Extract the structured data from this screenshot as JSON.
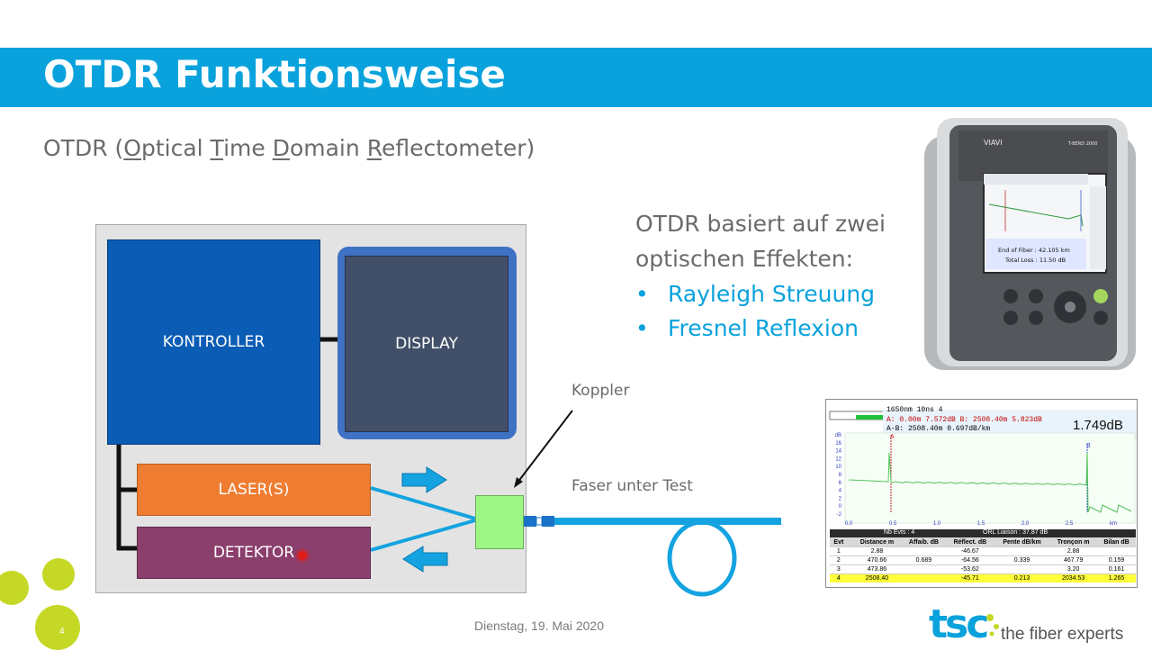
{
  "slide": {
    "title": "OTDR Funktionsweise",
    "subtitle_parts": [
      {
        "t": "OTDR (",
        "u": false
      },
      {
        "t": "O",
        "u": true
      },
      {
        "t": "ptical ",
        "u": false
      },
      {
        "t": "T",
        "u": true
      },
      {
        "t": "ime ",
        "u": false
      },
      {
        "t": "D",
        "u": true
      },
      {
        "t": "omain ",
        "u": false
      },
      {
        "t": "R",
        "u": true
      },
      {
        "t": "eflectometer)",
        "u": false
      }
    ],
    "date": "Dienstag, 19. Mai 2020",
    "page_number": "4"
  },
  "diagram": {
    "controller_label": "KONTROLLER",
    "display_label": "DISPLAY",
    "laser_label": "LASER(S)",
    "detector_label": "DETEKTOR",
    "coupler_label": "Koppler",
    "fiber_label": "Faser unter Test"
  },
  "explanation": {
    "line1": "OTDR basiert auf zwei",
    "line2": "optischen Effekten:",
    "bullets": [
      "Rayleigh Streuung",
      "Fresnel Reflexion"
    ],
    "bullet_glyph": "•"
  },
  "device": {
    "brand": "VIAVI",
    "model": "T-BERD 2000",
    "end_of_fiber": "End of Fiber :   42.105 km",
    "total_loss": "Total Loss :  11.50 dB"
  },
  "otdr": {
    "header": "1650nm  10ns    4",
    "cursor_line": "A: 0.00m  7.572dB      B: 2508.40m  5.823dB",
    "ab_line": "A-B: 2508.40m  0.697dB/km",
    "ab_loss": "1.749dB",
    "x_ticks": [
      "0.0",
      "0.5",
      "1.0",
      "1.5",
      "2.0",
      "2.5",
      "km"
    ],
    "y_ticks": [
      "dB",
      "16",
      "14",
      "12",
      "10",
      "8",
      "6",
      "4",
      "2",
      "0",
      "-2"
    ],
    "events_bar_left": "Nb Evts : 4",
    "events_bar_right": "ORL Liaison :  37.87 dB",
    "columns": [
      "Evt",
      "",
      "Distance m",
      "Affaib. dB",
      "Réflect. dB",
      "Pente dB/km",
      "Tronçon m",
      "Bilan dB"
    ],
    "rows": [
      [
        "1",
        "",
        "2.88",
        "",
        "-46.67",
        "",
        "2.88",
        ""
      ],
      [
        "2",
        "",
        "470.66",
        "0.689",
        "-64.56",
        "0.339",
        "467.79",
        "0.159"
      ],
      [
        "3",
        "",
        "473.86",
        "",
        "-53.62",
        "",
        "3.20",
        "0.161"
      ],
      [
        "4",
        "",
        "2508.40",
        "",
        "-45.71",
        "0.213",
        "2034.53",
        "1.265"
      ]
    ],
    "highlight_row": 4
  },
  "branding": {
    "logo_text": "tsc",
    "tagline": "the fiber experts"
  },
  "colors": {
    "accent": "#0aa2dc",
    "controller": "#0b5cb5",
    "display": "#415068",
    "laser": "#ef7d31",
    "detector": "#8b3f6c",
    "coupler": "#9df584",
    "lime": "#c5d826"
  }
}
